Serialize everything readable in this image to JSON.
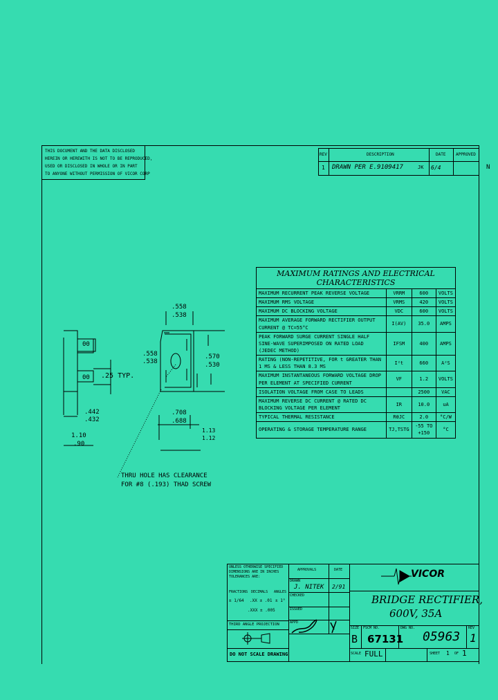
{
  "notice": [
    "THIS DOCUMENT AND THE DATA DISCLOSED",
    "HEREIN OR HEREWITH IS NOT TO BE REPRODUCED,",
    "USED OR DISCLOSED IN WHOLE OR IN PART",
    "TO ANYONE WITHOUT PERMISSION OF VICOR CORP"
  ],
  "revision": {
    "headers": {
      "rev": "REV",
      "description": "DESCRIPTION",
      "date": "DATE",
      "approved": "APPROVED"
    },
    "rows": [
      {
        "rev": "1",
        "description": "DRAWN PER E.9109417",
        "initials": "JK",
        "date": "6/4"
      }
    ],
    "margin_mark": "N"
  },
  "ratings": {
    "title": "MAXIMUM RATINGS AND ELECTRICAL CHARACTERISTICS",
    "rows": [
      {
        "desc": "MAXIMUM RECURRENT PEAK REVERSE VOLTAGE",
        "sym": "VRRM",
        "val": "600",
        "unit": "VOLTS"
      },
      {
        "desc": "MAXIMUM RMS VOLTAGE",
        "sym": "VRMS",
        "val": "420",
        "unit": "VOLTS"
      },
      {
        "desc": "MAXIMUM DC BLOCKING VOLTAGE",
        "sym": "VDC",
        "val": "600",
        "unit": "VOLTS"
      },
      {
        "desc": "MAXIMUM AVERAGE FORWARD RECTIFIER OUTPUT CURRENT @ TC=55°C",
        "sym": "I(AV)",
        "val": "35.0",
        "unit": "AMPS"
      },
      {
        "desc": "PEAK FORWARD SURGE CURRENT SINGLE HALF SINE-WAVE SUPERIMPOSED ON RATED LOAD (JEDEC METHOD)",
        "sym": "IFSM",
        "val": "400",
        "unit": "AMPS"
      },
      {
        "desc": "RATING (NON-REPETITIVE, FOR t GREATER THAN 1 MS & LESS THAN 8.3 MS",
        "sym": "I²t",
        "val": "660",
        "unit": "A²S"
      },
      {
        "desc": "MAXIMUM INSTANTANEOUS FORWARD VOLTAGE DROP PER ELEMENT AT SPECIFIED CURRENT",
        "sym": "VF",
        "val": "1.2",
        "unit": "VOLTS"
      },
      {
        "desc": "ISOLATION VOLTAGE FROM CASE TO LEADS",
        "sym": "",
        "val": "2500",
        "unit": "VAC"
      },
      {
        "desc": "MAXIMUM REVERSE DC CURRENT @ RATED DC BLOCKING VOLTAGE PER ELEMENT",
        "sym": "IR",
        "val": "10.0",
        "unit": "uA"
      },
      {
        "desc": "TYPICAL THERMAL RESISTANCE",
        "sym": "RθJC",
        "val": "2.0",
        "unit": "°C/W"
      },
      {
        "desc": "OPERATING & STORAGE TEMPERATURE RANGE",
        "sym": "TJ,TSTG",
        "val": "-55 TO +150",
        "unit": "°C"
      }
    ]
  },
  "dims": {
    "d1": "00",
    "d2": "00",
    "typ": ".25 TYP.",
    "w442": ".442",
    "w432": ".432",
    "w110": "1.10",
    "w90": ".90",
    "top1": ".558",
    "top2": ".538",
    "left1": ".558",
    "left2": ".538",
    "r1": ".570",
    "r2": ".530",
    "b1": ".708",
    "b2": ".688",
    "c1": "1.13",
    "c2": "1.12",
    "hole_note": [
      "THRU HOLE HAS CLEARANCE",
      "FOR #8 (.193) THAD SCREW"
    ]
  },
  "title_block": {
    "tolerance_note": [
      "UNLESS OTHERWISE SPECIFIED",
      "DIMENSIONS ARE IN INCHES",
      "TOLERANCES ARE:"
    ],
    "fractions": "FRACTIONS",
    "decimals": "DECIMALS",
    "angles": "ANGLES",
    "frac_val": "± 1/64",
    "dec_val1": ".XX ± .01",
    "ang_val": "± 1°",
    "dec_val2": ".XXX ± .005",
    "projection": "THIRD ANGLE PROJECTION",
    "no_scale": "DO NOT SCALE DRAWING",
    "approvals": "APPROVALS",
    "date": "DATE",
    "drawn_label": "DRAWN",
    "drawn_by": "J. NITEK",
    "drawn_date": "2/91",
    "checked_label": "CHECKED",
    "issued_label": "ISSUED",
    "appd_label": "APPD",
    "company": "VICOR",
    "title_line1": "BRIDGE RECTIFIER,",
    "title_line2": "600V, 35A",
    "size_label": "SIZE",
    "size": "B",
    "fscm_label": "FSCM NO.",
    "fscm": "67131",
    "dwg_label": "DWG NO.",
    "dwg": "05963",
    "rev_label": "REV",
    "rev": "1",
    "scale_label": "SCALE",
    "scale": "FULL",
    "sheet_label": "SHEET",
    "sheet": "1",
    "of_label": "OF",
    "of": "1"
  }
}
